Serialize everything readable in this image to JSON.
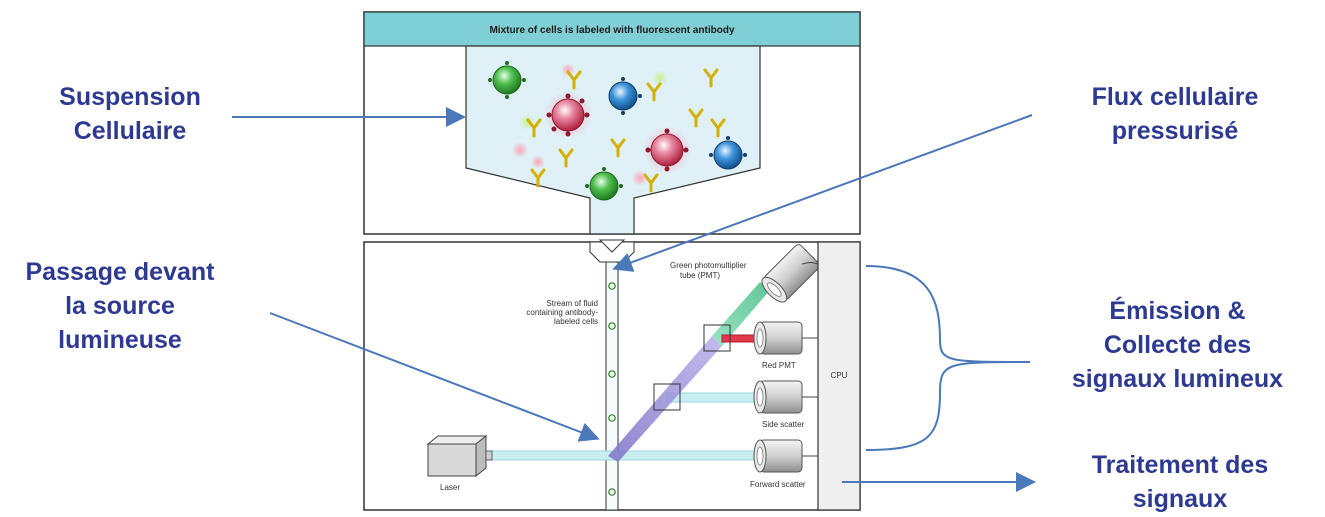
{
  "figure": {
    "header_text": "Mixture of cells is labeled with fluorescent antibody",
    "stream_label": [
      "Stream of fluid",
      "containing antibody-",
      "labeled cells"
    ],
    "green_pmt_label": [
      "Green photomultiplier",
      "tube (PMT)"
    ],
    "red_pmt_label": "Red PMT",
    "side_scatter_label": "Side scatter",
    "forward_scatter_label": "Forward scatter",
    "laser_label": "Laser",
    "cpu_label": "CPU"
  },
  "annotations": {
    "suspension": [
      "Suspension",
      "Cellulaire"
    ],
    "flux": [
      "Flux cellulaire",
      "pressurisé"
    ],
    "passage": [
      "Passage devant",
      "la source",
      "lumineuse"
    ],
    "emission": [
      "Émission &",
      "Collecte des",
      "signaux lumineux"
    ],
    "traitement": [
      "Traitement des",
      "signaux"
    ]
  },
  "colors": {
    "annotation_text": "#2e3a92",
    "arrow": "#4a78b8",
    "header_band": "#7fd0d6",
    "chamber_fill": "#dff0f6",
    "beam": "#bfeaf0",
    "violet_beam": "#8a7fcc",
    "green_cell": "#3aa63a",
    "red_cell": "#d23b5a",
    "blue_cell": "#1f77c4",
    "antibody": "#e6c200"
  }
}
